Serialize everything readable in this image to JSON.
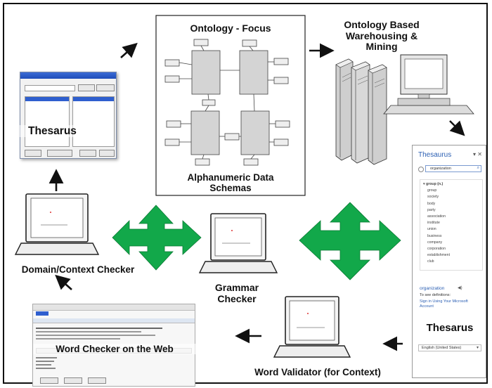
{
  "labels": {
    "ontology_focus": "Ontology - Focus",
    "alphanumeric": "Alphanumeric Data Schemas",
    "warehousing": "Ontology Based Warehousing & Mining",
    "thesarus_left": "Thesarus",
    "domain_checker": "Domain/Context Checker",
    "grammar_checker": "Grammar Checker",
    "word_validator": "Word Validator (for Context)",
    "web_checker": "Word Checker on the Web",
    "thesarus_right": "Thesarus"
  },
  "thesaurus_pane": {
    "title": "Thesaurus",
    "search_value": "organization",
    "items": [
      "group (n.)",
      "group",
      "society",
      "body",
      "party",
      "association",
      "institute",
      "union",
      "business",
      "company",
      "corporation",
      "establishment",
      "club"
    ],
    "definition_word": "organization",
    "definition_hint": "To see definitions:",
    "sign_in": "Sign in Using Your Microsoft Account",
    "language": "English (United States)"
  },
  "colors": {
    "arrow_green": "#12a84a",
    "schema_fill": "#d4d4d4",
    "link_blue": "#2b5fb3"
  }
}
